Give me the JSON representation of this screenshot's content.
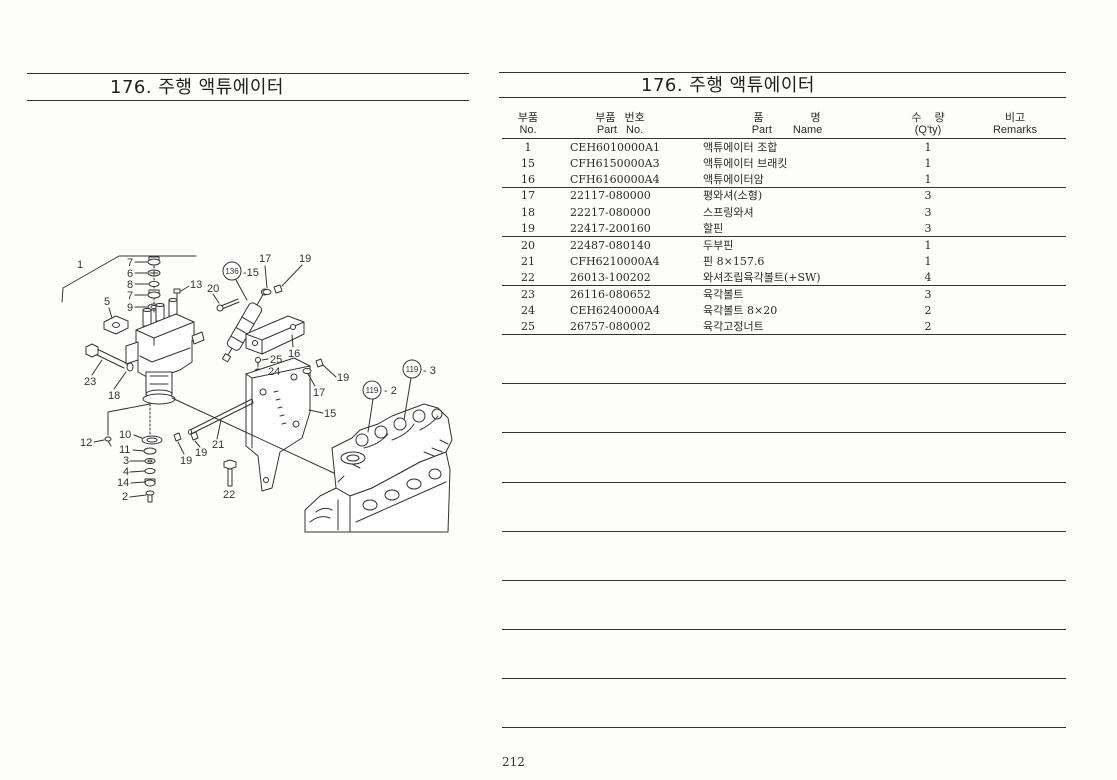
{
  "left_title": "176. 주행 액튜에이터",
  "right_title": "176. 주행 액튜에이터",
  "table": {
    "headers": {
      "no": {
        "ko": "부품",
        "en": "No."
      },
      "part_no": {
        "ko": "부품 번호",
        "en": "Part No."
      },
      "name": {
        "ko": "품 명",
        "en": "Part Name"
      },
      "qty": {
        "ko": "수 량",
        "en": "(Q'ty)"
      },
      "remarks": {
        "ko": "비고",
        "en": "Remarks"
      }
    },
    "rows": [
      {
        "no": "1",
        "part_no": "CEH6010000A1",
        "name": "액튜에이터 조합",
        "qty": "1"
      },
      {
        "no": "15",
        "part_no": "CFH6150000A3",
        "name": "액튜에이터 브래킷",
        "qty": "1"
      },
      {
        "no": "16",
        "part_no": "CFH6160000A4",
        "name": "액튜에이터암",
        "qty": "1"
      },
      {
        "no": "17",
        "part_no": "22117-080000",
        "name": "평와셔(소형)",
        "qty": "3"
      },
      {
        "no": "18",
        "part_no": "22217-080000",
        "name": "스프링와셔",
        "qty": "3"
      },
      {
        "no": "19",
        "part_no": "22417-200160",
        "name": "할핀",
        "qty": "3"
      },
      {
        "no": "20",
        "part_no": "22487-080140",
        "name": "두부핀",
        "qty": "1"
      },
      {
        "no": "21",
        "part_no": "CFH6210000A4",
        "name": "핀 8×157.6",
        "qty": "1"
      },
      {
        "no": "22",
        "part_no": "26013-100202",
        "name": "와셔조립육각볼트(+SW)",
        "qty": "4"
      },
      {
        "no": "23",
        "part_no": "26116-080652",
        "name": "육각볼트",
        "qty": "3"
      },
      {
        "no": "24",
        "part_no": "CEH6240000A4",
        "name": "육각볼트 8×20",
        "qty": "2"
      },
      {
        "no": "25",
        "part_no": "26757-080002",
        "name": "육각고정너트",
        "qty": "2"
      }
    ]
  },
  "diagram": {
    "callouts": [
      "1",
      "7",
      "6",
      "8",
      "7",
      "9",
      "5",
      "13",
      "20",
      "-15",
      "17",
      "19",
      "16",
      "25",
      "24",
      "19",
      "17",
      "15",
      "- 2",
      "- 3",
      "23",
      "18",
      "12",
      "10",
      "11",
      "3",
      "4",
      "14",
      "2",
      "19",
      "19",
      "21",
      "22"
    ],
    "circled_refs": [
      "136",
      "119",
      "119"
    ]
  },
  "page_number": "212"
}
